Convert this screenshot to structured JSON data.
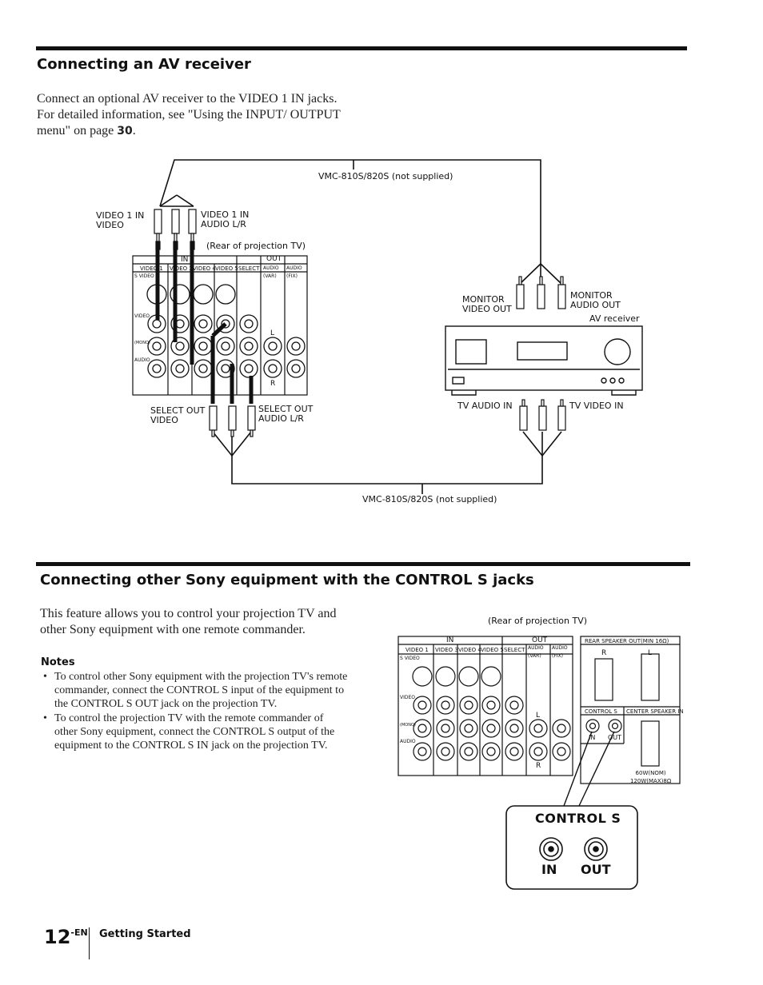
{
  "section1": {
    "title": "Connecting an AV receiver",
    "body_pre": "Connect an optional AV receiver to the VIDEO 1 IN jacks. For detailed information, see \"Using the INPUT/ OUTPUT menu\" on page ",
    "body_page": "30",
    "body_post": ".",
    "diagram": {
      "cable_top": "VMC-810S/820S (not supplied)",
      "cable_bottom": "VMC-810S/820S (not supplied)",
      "video1_in_video": "VIDEO 1 IN\nVIDEO",
      "video1_in_audio": "VIDEO 1 IN\nAUDIO L/R",
      "rear_label": "(Rear of projection TV)",
      "monitor_video_out": "MONITOR\nVIDEO OUT",
      "monitor_audio_out": "MONITOR\nAUDIO OUT",
      "av_receiver": "AV receiver",
      "tv_audio_in": "TV AUDIO IN",
      "tv_video_in": "TV VIDEO IN",
      "select_out_video": "SELECT OUT\nVIDEO",
      "select_out_audio": "SELECT OUT\nAUDIO L/R",
      "panel": {
        "in": "IN",
        "out": "OUT",
        "cols": [
          "VIDEO 1",
          "VIDEO 3",
          "VIDEO 4",
          "VIDEO 5",
          "SELECT",
          "AUDIO (VAR)",
          "AUDIO (FIX)"
        ],
        "s_video": "S VIDEO",
        "video": "VIDEO",
        "mono": "(MONO)",
        "audio": "AUDIO",
        "l": "L",
        "r": "R"
      }
    }
  },
  "section2": {
    "title": "Connecting other Sony equipment with the CONTROL S jacks",
    "body": "This feature allows you to control your projection TV and other Sony equipment with one remote commander.",
    "notes_title": "Notes",
    "notes": [
      "To control other Sony equipment with the projection TV's remote commander, connect the CONTROL S input of the equipment to the CONTROL S OUT jack on the projection TV.",
      "To control the projection TV with the remote commander of other Sony equipment, connect the CONTROL S output of the equipment to the CONTROL S IN jack on the projection TV."
    ],
    "diagram": {
      "rear_label": "(Rear of projection TV)",
      "rear_speaker": "REAR SPEAKER OUT(MIN 16Ω)",
      "control_s": "CONTROL S",
      "center_speaker": "CENTER SPEAKER IN",
      "in": "IN",
      "out": "OUT",
      "watts": "60W(NOM)\n120W(MAX)8Ω",
      "r": "R",
      "l": "L",
      "callout_title": "CONTROL S",
      "callout_in": "IN",
      "callout_out": "OUT"
    }
  },
  "footer": {
    "page_num": "12",
    "page_suffix": "-EN",
    "section": "Getting Started"
  }
}
